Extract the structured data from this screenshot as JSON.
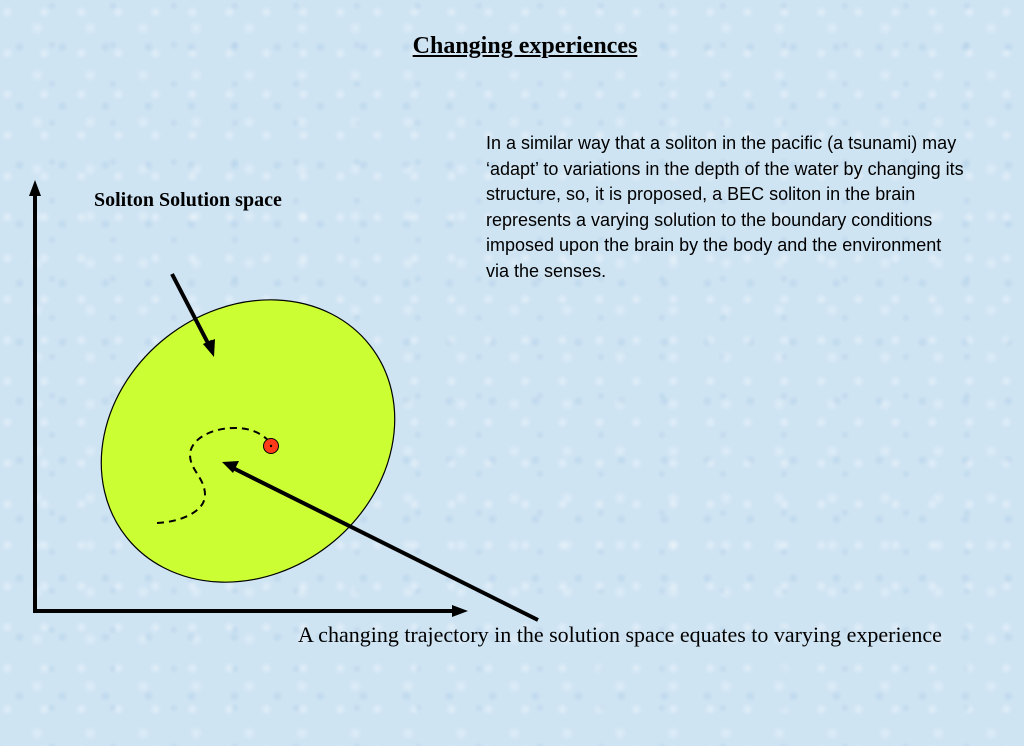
{
  "slide": {
    "title": "Changing experiences",
    "solution_space_label": "Soliton Solution space",
    "body_text": "In a similar way that a soliton in the pacific (a tsunami) may ‘adapt’ to variations in the depth of the water by changing its structure, so, it is proposed, a BEC soliton in the brain represents a varying solution to the boundary conditions imposed upon the brain by the body and the environment via the senses.",
    "caption": "A changing trajectory in the solution space equates to varying experience"
  },
  "colors": {
    "ellipse_fill": "#ccff33",
    "point_fill": "#ff3b1a",
    "stroke": "#000000"
  }
}
